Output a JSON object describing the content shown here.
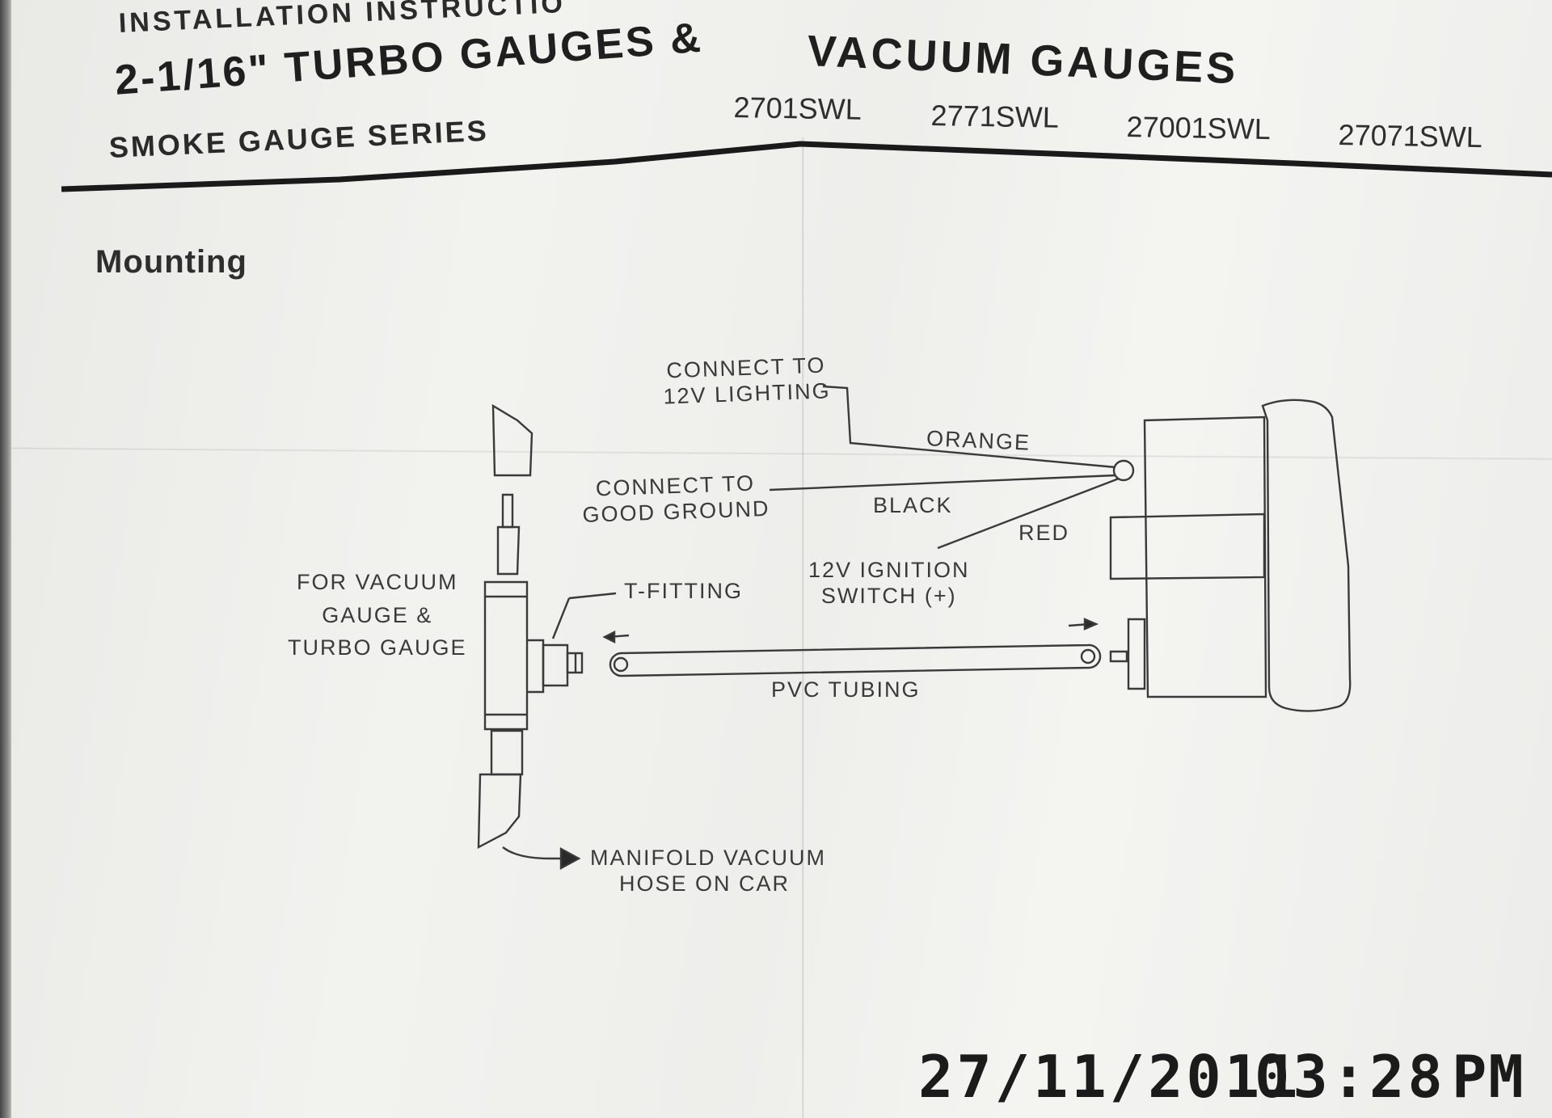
{
  "header": {
    "instructions": "INSTALLATION INSTRUCTIO",
    "title_part1": "2-1/16\" TURBO GAUGES &",
    "title_part2": "VACUUM GAUGES",
    "series": "SMOKE GAUGE SERIES",
    "models": [
      "2701SWL",
      "2771SWL",
      "27001SWL",
      "27071SWL"
    ]
  },
  "section": {
    "heading": "Mounting"
  },
  "diagram": {
    "labels": {
      "connect_lighting_1": "CONNECT TO",
      "connect_lighting_2": "12V LIGHTING",
      "orange": "ORANGE",
      "connect_ground_1": "CONNECT TO",
      "connect_ground_2": "GOOD GROUND",
      "black": "BLACK",
      "red": "RED",
      "ignition_1": "12V IGNITION",
      "ignition_2": "SWITCH (+)",
      "for_vacuum_1": "FOR VACUUM",
      "for_vacuum_2": "GAUGE &",
      "for_vacuum_3": "TURBO GAUGE",
      "t_fitting": "T-FITTING",
      "pvc_tubing": "PVC TUBING",
      "manifold_1": "MANIFOLD VACUUM",
      "manifold_2": "HOSE ON CAR"
    },
    "line_color": "#3a3a3a"
  },
  "photo_timestamp": {
    "date": "27/11/2011",
    "time": "03:28",
    "ampm": "PM"
  }
}
